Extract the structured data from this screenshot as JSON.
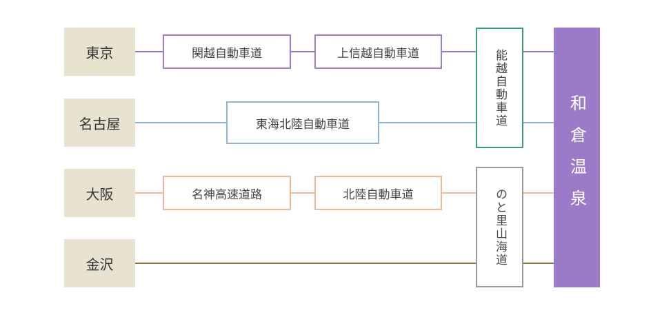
{
  "colors": {
    "route1": "#9b7bc7",
    "route2": "#8fb3d6",
    "route3": "#f0b89a",
    "route4": "#8c7a3e",
    "noetsu_border": "#3b9a7a",
    "notosato_border": "#9a9a9a",
    "origin_bg": "#e8e2d0",
    "destination_bg": "#9b7bc7"
  },
  "origins": [
    "東京",
    "名古屋",
    "大阪",
    "金沢"
  ],
  "routes": {
    "r1": [
      "関越自動車道",
      "上信越自動車道"
    ],
    "r2": [
      "東海北陸自動車道"
    ],
    "r3": [
      "名神高速道路",
      "北陸自動車道"
    ]
  },
  "connectors": {
    "noetsu": "能越自動車道",
    "notosato": "のと里山海道"
  },
  "destination": "和倉温泉"
}
